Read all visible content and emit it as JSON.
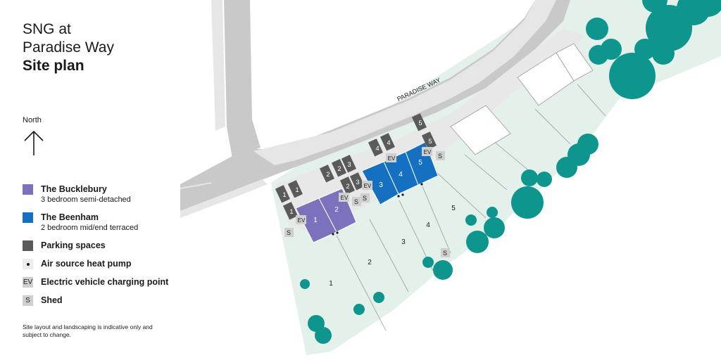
{
  "title": {
    "line1": "SNG at",
    "line2": "Paradise Way",
    "line3": "Site plan"
  },
  "north": {
    "label": "North"
  },
  "legend": [
    {
      "key": "bucklebury",
      "title": "The Bucklebury",
      "subtitle": "3 bedroom semi-detached",
      "color": "#7b71bd"
    },
    {
      "key": "beenham",
      "title": "The Beenham",
      "subtitle": "2 bedroom mid/end terraced",
      "color": "#1570c1"
    },
    {
      "key": "parking",
      "title": "Parking spaces",
      "color": "#5a5a5a"
    },
    {
      "key": "heat-pump",
      "title": "Air source heat pump"
    },
    {
      "key": "ev",
      "title": "Electric vehicle charging point",
      "symbol": "EV"
    },
    {
      "key": "shed",
      "title": "Shed",
      "symbol": "S"
    }
  ],
  "note": "Site layout and landscaping is indicative only and subject to change.",
  "map": {
    "road_label": "PARADISE WAY",
    "houses": [
      "1",
      "2",
      "3",
      "4",
      "5"
    ],
    "parking": [
      "1",
      "1",
      "1",
      "2",
      "2",
      "3",
      "2",
      "3",
      "4",
      "4",
      "5",
      "5"
    ],
    "ev_label": "EV",
    "shed_label": "S",
    "plots": [
      "1",
      "2",
      "3",
      "4",
      "5"
    ],
    "colors": {
      "grass": "#e3f1ea",
      "road": "#c9c9c9",
      "pavement": "#e6e6e6",
      "tree": "#0e958d",
      "line": "#9a9a9a"
    }
  }
}
